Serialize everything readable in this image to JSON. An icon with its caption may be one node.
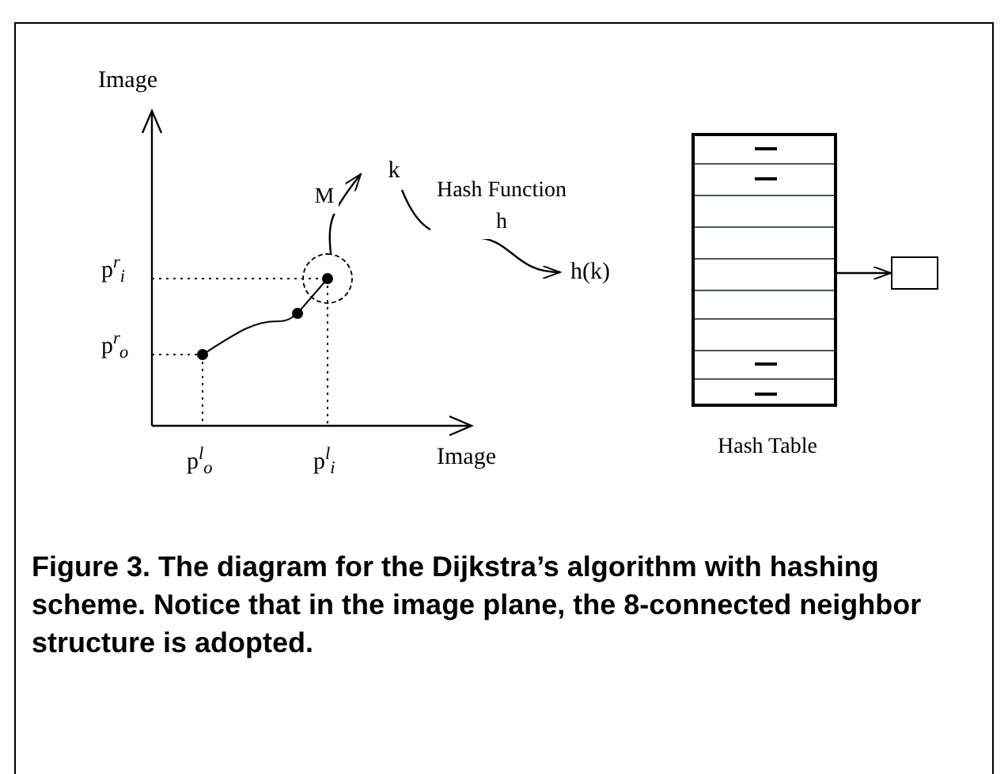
{
  "diagram": {
    "caption": "Figure 3. The diagram for the Dijkstra’s algorithm with hashing scheme. Notice that in the image plane, the 8-connected neighbor structure is adopted.",
    "nodes": [
      {
        "text": [],
        "shape": "circle"
      },
      {
        "text": [
          "k"
        ]
      },
      {
        "text": [
          "h(k)"
        ]
      },
      {
        "text": [],
        "shape": "box",
        "beside": [
          "Hash Table"
        ]
      },
      {
        "text": [],
        "shape": "box"
      }
    ],
    "edges": [
      {
        "from": 0,
        "to": 1,
        "arrow": "to",
        "label": "M"
      },
      {
        "from": 1,
        "to": 2,
        "arrow": "to",
        "label": "Hash Function h"
      },
      {
        "from": 3,
        "to": 4,
        "arrow": "to"
      }
    ],
    "labels": [
      "Image",
      "p$^{r}$$_{i}$",
      "p$^{r}$$_{o}$",
      "Image",
      "p$^{l}$$_{o}$",
      "p$^{l}$$_{i}$"
    ]
  }
}
